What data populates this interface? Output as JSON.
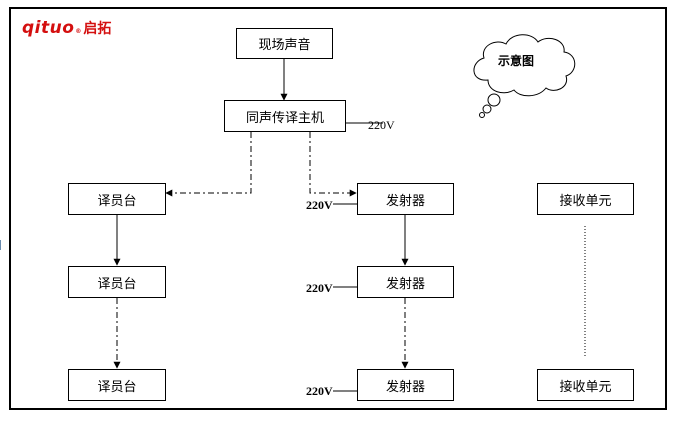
{
  "logo": {
    "en": "qituo",
    "reg": "®",
    "cn": "启拓"
  },
  "cloud": {
    "label": "示意图"
  },
  "nodes": {
    "source": "现场声音",
    "host": "同声传译主机",
    "interpreter_1": "译员台",
    "interpreter_2": "译员台",
    "interpreter_3": "译员台",
    "transmitter_1": "发射器",
    "transmitter_2": "发射器",
    "transmitter_3": "发射器",
    "receiver_1": "接收单元",
    "receiver_2": "接收单元"
  },
  "power": {
    "host": "220V",
    "transmitter_1": "220V",
    "transmitter_2": "220V",
    "transmitter_3": "220V"
  }
}
